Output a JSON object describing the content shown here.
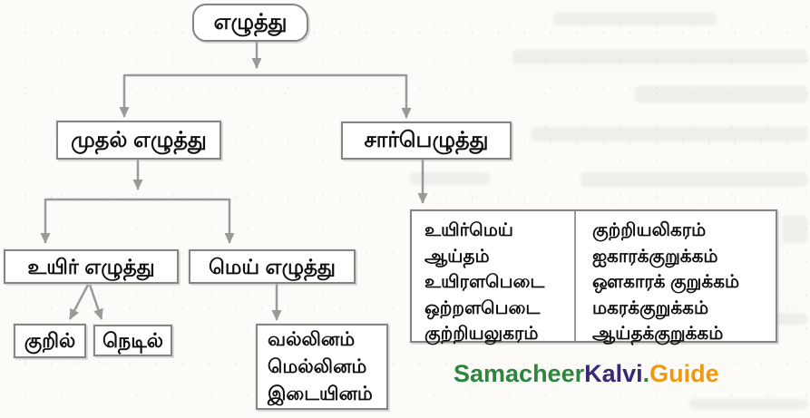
{
  "diagram": {
    "title_note": "Tamil letter classification flowchart",
    "root_label": "எழுத்து",
    "mudhal_label": "முதல் எழுத்து",
    "saarbu_label": "சார்பெழுத்து",
    "uyir_label": "உயிர் எழுத்து",
    "mei_label": "மெய் எழுத்து",
    "kuril_label": "குறில்",
    "nedil_label": "நெடில்",
    "mei_types": [
      "வல்லினம்",
      "மெல்லினம்",
      "இடையினம்"
    ],
    "saarbu_col1": [
      "உயிர்மெய்",
      "ஆய்தம்",
      "உயிரளபெடை",
      "ஒற்றளபெடை",
      "குற்றியலுகரம்"
    ],
    "saarbu_col2": [
      "குற்றியலிகரம்",
      "ஐகாரக்குறுக்கம்",
      "ஔகாரக் குறுக்கம்",
      "மகரக்குறுக்கம்",
      "ஆய்தக்குறுக்கம்"
    ]
  },
  "watermark": {
    "samacheer": "Samacheer",
    "kalvi": "Kalvi",
    "dot": ".",
    "guide": "Guide",
    "colors": {
      "samacheer": "#2e8540",
      "kalvi": "#352a73",
      "dot": "#2e8540",
      "guide": "#ef9811"
    }
  },
  "connector_color": "#9a9a9a"
}
